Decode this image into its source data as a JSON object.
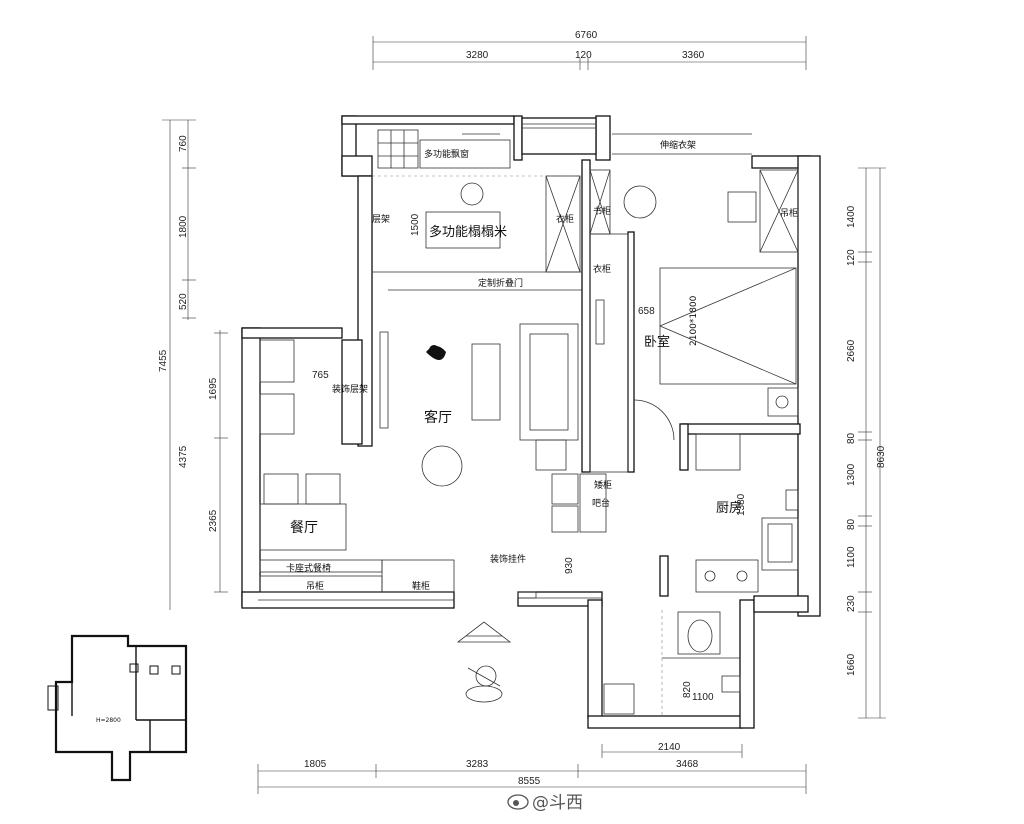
{
  "dims_top": {
    "total": "6760",
    "left": "3280",
    "mid": "120",
    "right": "3360"
  },
  "dims_left": {
    "a": "760",
    "b": "1800",
    "c": "520",
    "d": "1695",
    "e": "2365",
    "f": "4375",
    "total": "7455"
  },
  "dims_right": {
    "a": "1400",
    "b": "120",
    "c": "2660",
    "d": "80",
    "e": "1300",
    "f": "80",
    "g": "1100",
    "h": "230",
    "i": "1660",
    "total": "8630"
  },
  "dims_bottom": {
    "inner": "2140",
    "a": "1805",
    "b": "3283",
    "c": "3468",
    "total": "8555"
  },
  "rooms": {
    "living": "客厅",
    "dining": "餐厅",
    "bedroom": "卧室",
    "kitchen": "厨房",
    "tatami": "多功能榻榻米"
  },
  "labels": {
    "desk": "多功能飘窗",
    "shelf": "层架",
    "wardrobe": "衣柜",
    "bookcase": "书柜",
    "wardrobe2": "衣柜",
    "custom_door": "定制折叠门",
    "drying_rack": "伸缩衣架",
    "hanging_cabinet": "吊柜",
    "deco_shelf": "装饰层架",
    "low_cabinet": "矮柜",
    "bar": "吧台",
    "deco_piece": "装饰挂件",
    "booth_seat": "卡座式餐椅",
    "hanging_cabinet2": "吊柜",
    "shoe_cabinet": "鞋柜"
  },
  "numbers": {
    "n1500": "1500",
    "n765": "765",
    "n658": "658",
    "n2100": "2100*1800",
    "n1380": "1380",
    "n930": "930",
    "n820": "820",
    "n1100": "1100",
    "mini": "H=2800"
  },
  "watermark": "@斗西"
}
